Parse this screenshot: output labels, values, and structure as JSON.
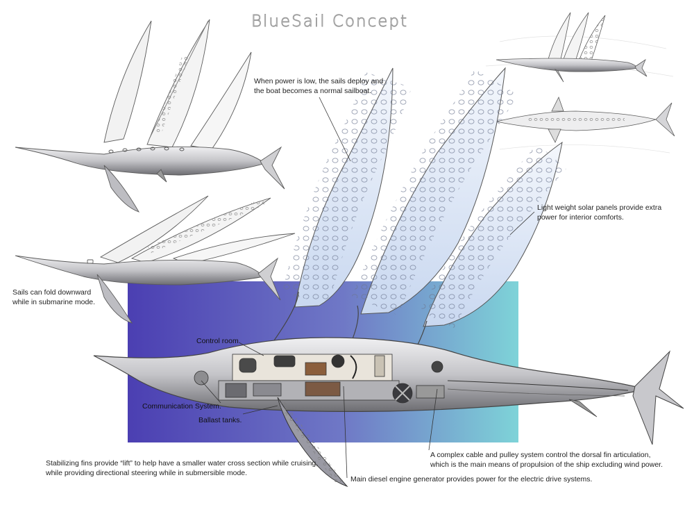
{
  "title": "BlueSail Concept",
  "annotations": {
    "sails_low_power": "When power is low, the sails deploy and\nthe boat becomes a normal sailboat.",
    "solar_panels": "Light weight solar panels provide extra\npower for interior comforts.",
    "sails_fold": "Sails can fold downward\n while in submarine mode.",
    "control_room": "Control room.",
    "communication": "Communication System.",
    "ballast": "Ballast tanks.",
    "stabilizing_fins": "Stabilizing fins provide “lift” to help have a smaller water cross section while cruising,\nwhile providing directional steering while in submersible mode.",
    "engine": "Main diesel engine generator provides power for the electric drive systems.",
    "cable_pulley": "A complex cable and pulley system control the dorsal fin articulation,\nwhich is the main means of propulsion of the ship excluding wind power."
  },
  "colors": {
    "gradient_start": "#4b3fb2",
    "gradient_mid": "#6f78c6",
    "gradient_end": "#7ed3d8",
    "sail_tint": "#dfe9f7",
    "hull": "#d9d9dc",
    "hull_dark": "#7c7c80",
    "line": "#555555"
  }
}
